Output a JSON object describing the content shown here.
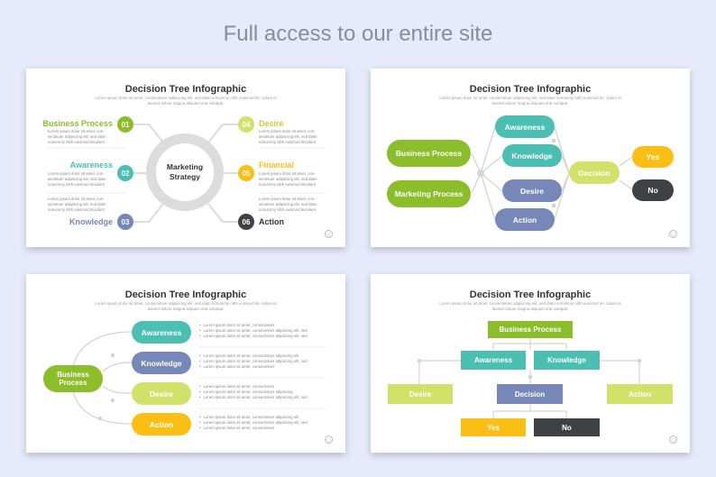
{
  "headline": "Full access to our entire site",
  "colors": {
    "green": "#8bbe2a",
    "teal": "#4bbfb2",
    "blue": "#7687b8",
    "lime": "#d2e16a",
    "yellow": "#fbbe14",
    "dark": "#404145",
    "background": "#e6ebfb"
  },
  "slide_title": "Decision Tree Infographic",
  "slide_subtitle": "Lorem ipsum dolor sit amet, consectetuer adipiscing elit, sed diam nonummy nibh euismod tin- cidunt ut laoreet dolore magna aliquam erat volutpat.",
  "desc_text": "Lorem ipsum dolor sit amet, con- sectetuer adipiscing elit, sed diam nonummy nibh euismod tincidunt",
  "bullet_text": "Lorem ipsum dolor sit amet, consectetuer adipiscing elit, sed",
  "slide1": {
    "center": "Marketing Strategy",
    "items": [
      {
        "num": "01",
        "label": "Business Process"
      },
      {
        "num": "02",
        "label": "Awareness"
      },
      {
        "num": "03",
        "label": "Knowledge"
      },
      {
        "num": "04",
        "label": "Desire"
      },
      {
        "num": "05",
        "label": "Financial"
      },
      {
        "num": "06",
        "label": "Action"
      }
    ]
  },
  "slide2": {
    "nodes": {
      "business_process": "Business Process",
      "marketing_process": "Marketing Process",
      "awareness": "Awareness",
      "knowledge": "Knowledge",
      "desire": "Desire",
      "action": "Action",
      "decision": "Decision",
      "yes": "Yes",
      "no": "No"
    }
  },
  "slide3": {
    "root": "Business Process",
    "nodes": [
      "Awareness",
      "Knowledge",
      "Desire",
      "Action"
    ],
    "bullets": [
      [
        "Lorem ipsum dolor sit amet, consectetuer",
        "Lorem ipsum dolor sit amet, consectetuer adipiscing elit, sed",
        "Lorem ipsum dolor sit amet, consectetuer adipiscing elit, sed"
      ],
      [
        "Lorem ipsum dolor sit amet, consectetuer adipiscing elit",
        "Lorem ipsum dolor sit amet, consectetuer adipiscing elit, sed",
        "Lorem ipsum dolor sit amet, consectetuer"
      ],
      [
        "Lorem ipsum dolor sit amet, consectetuer",
        "Lorem ipsum dolor sit amet, consectetuer adipiscing",
        "Lorem ipsum dolor sit amet, consectetuer adipiscing elit, sed"
      ],
      [
        "Lorem ipsum dolor sit amet, consectetuer adipiscing elit",
        "Lorem ipsum dolor sit amet, consectetuer adipiscing elit, sed",
        "Lorem ipsum dolor sit amet, consectetuer"
      ]
    ]
  },
  "slide4": {
    "nodes": {
      "business_process": "Business Process",
      "awareness": "Awareness",
      "knowledge": "Knowledge",
      "desire": "Desire",
      "decision": "Decision",
      "action": "Action",
      "yes": "Yes",
      "no": "No"
    }
  }
}
